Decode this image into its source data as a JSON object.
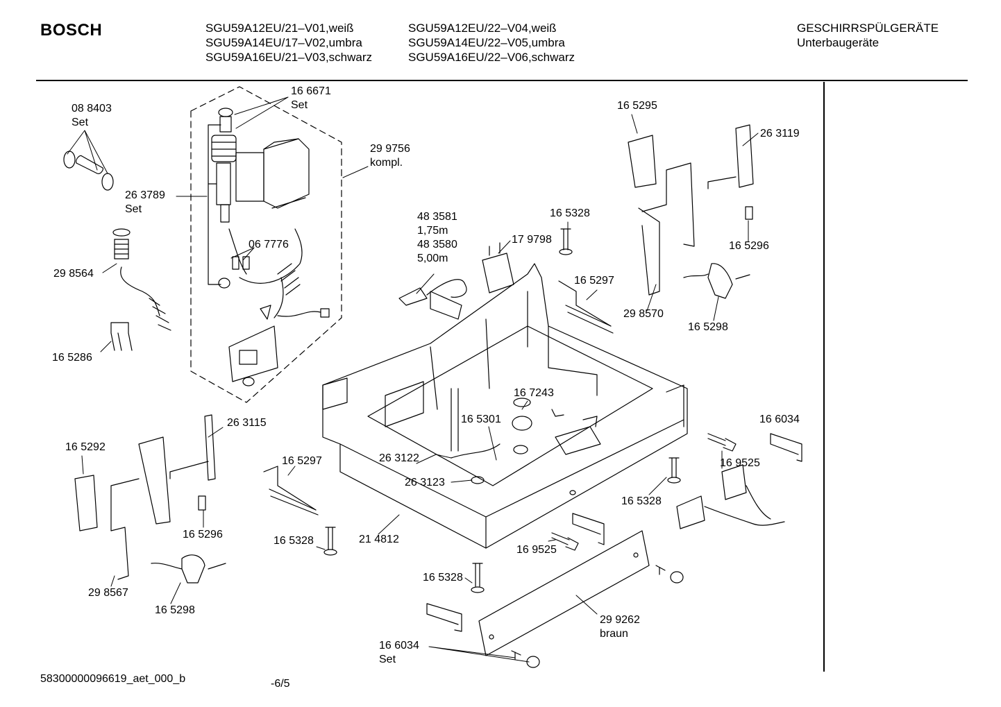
{
  "header": {
    "brand": "BOSCH",
    "models_col1": [
      "SGU59A12EU/21–V01,weiß",
      "SGU59A14EU/17–V02,umbra",
      "SGU59A16EU/21–V03,schwarz"
    ],
    "models_col2": [
      "SGU59A12EU/22–V04,weiß",
      "SGU59A14EU/22–V05,umbra",
      "SGU59A16EU/22–V06,schwarz"
    ],
    "category_line1": "GESCHIRRSPÜLGERÄTE",
    "category_line2": "Unterbaugeräte"
  },
  "parts": [
    {
      "id": "p01",
      "line1": "08 8403",
      "line2": "Set"
    },
    {
      "id": "p02",
      "line1": "16 6671",
      "line2": "Set"
    },
    {
      "id": "p03",
      "line1": "29 9756",
      "line2": "kompl."
    },
    {
      "id": "p04",
      "line1": "26 3789",
      "line2": "Set"
    },
    {
      "id": "p05",
      "line1": "06 7776"
    },
    {
      "id": "p06",
      "line1": "29 8564"
    },
    {
      "id": "p07",
      "line1": "16 5286"
    },
    {
      "id": "p08",
      "line1": "48 3581",
      "line2": "1,75m",
      "line3": "48 3580",
      "line4": "5,00m"
    },
    {
      "id": "p09",
      "line1": "17 9798"
    },
    {
      "id": "p10",
      "line1": "16 5328"
    },
    {
      "id": "p11",
      "line1": "16 5295"
    },
    {
      "id": "p12",
      "line1": "26 3119"
    },
    {
      "id": "p13",
      "line1": "16 5296"
    },
    {
      "id": "p14",
      "line1": "16 5297"
    },
    {
      "id": "p15",
      "line1": "29 8570"
    },
    {
      "id": "p16",
      "line1": "16 5298"
    },
    {
      "id": "p17",
      "line1": "16 7243"
    },
    {
      "id": "p18",
      "line1": "16 5301"
    },
    {
      "id": "p19",
      "line1": "26 3115"
    },
    {
      "id": "p20",
      "line1": "16 5292"
    },
    {
      "id": "p21",
      "line1": "26 3122"
    },
    {
      "id": "p22",
      "line1": "26 3123"
    },
    {
      "id": "p23",
      "line1": "16 5297"
    },
    {
      "id": "p24",
      "line1": "16 6034"
    },
    {
      "id": "p25",
      "line1": "16 9525"
    },
    {
      "id": "p26",
      "line1": "16 5328"
    },
    {
      "id": "p27",
      "line1": "16 5296"
    },
    {
      "id": "p28",
      "line1": "16 5328"
    },
    {
      "id": "p29",
      "line1": "21 4812"
    },
    {
      "id": "p30",
      "line1": "16 9525"
    },
    {
      "id": "p31",
      "line1": "29 8567"
    },
    {
      "id": "p32",
      "line1": "16 5298"
    },
    {
      "id": "p33",
      "line1": "16 5328"
    },
    {
      "id": "p34",
      "line1": "29 9262",
      "line2": "braun"
    },
    {
      "id": "p35",
      "line1": "16 6034",
      "line2": "Set"
    }
  ],
  "footer": {
    "doc_id": "58300000096619_aet_000_b",
    "page": "-6/5"
  }
}
